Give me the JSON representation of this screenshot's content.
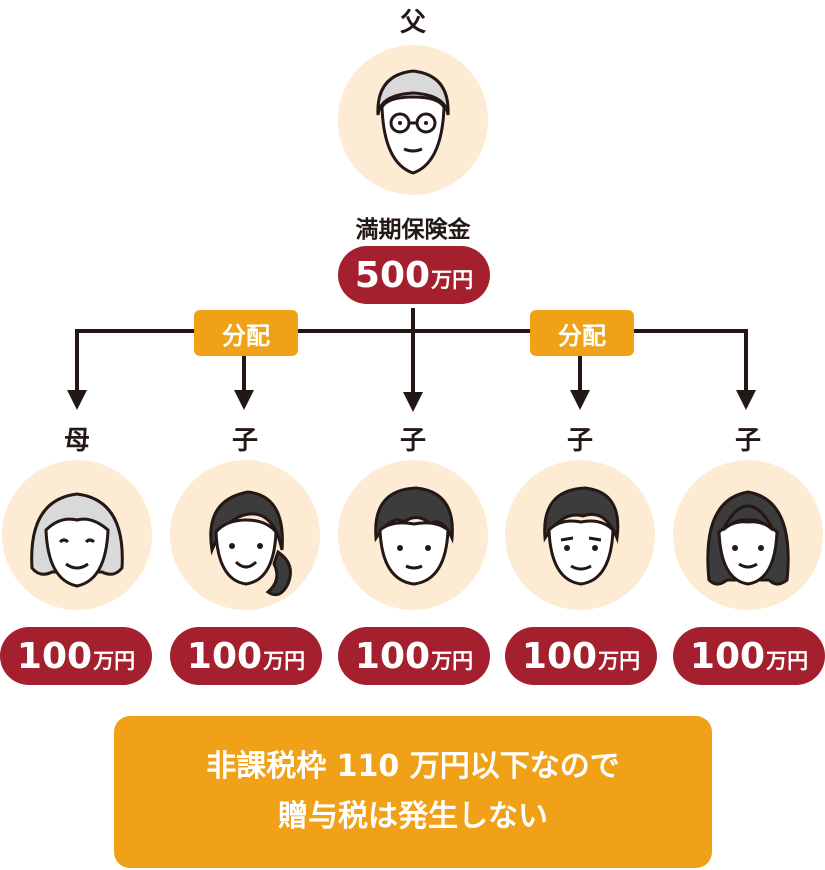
{
  "father": {
    "label": "父",
    "caption": "満期保険金",
    "amount": "500",
    "unit": "万円"
  },
  "distribution_label": "分配",
  "recipients": [
    {
      "label": "母",
      "amount": "100",
      "unit": "万円"
    },
    {
      "label": "子",
      "amount": "100",
      "unit": "万円"
    },
    {
      "label": "子",
      "amount": "100",
      "unit": "万円"
    },
    {
      "label": "子",
      "amount": "100",
      "unit": "万円"
    },
    {
      "label": "子",
      "amount": "100",
      "unit": "万円"
    }
  ],
  "note": {
    "line1": "非課税枠 110 万円以下なので",
    "line2": "贈与税は発生しない"
  },
  "colors": {
    "accent_red": "#a4202e",
    "accent_orange": "#f0a117",
    "circle_bg": "#fdebd3",
    "line": "#231815"
  }
}
